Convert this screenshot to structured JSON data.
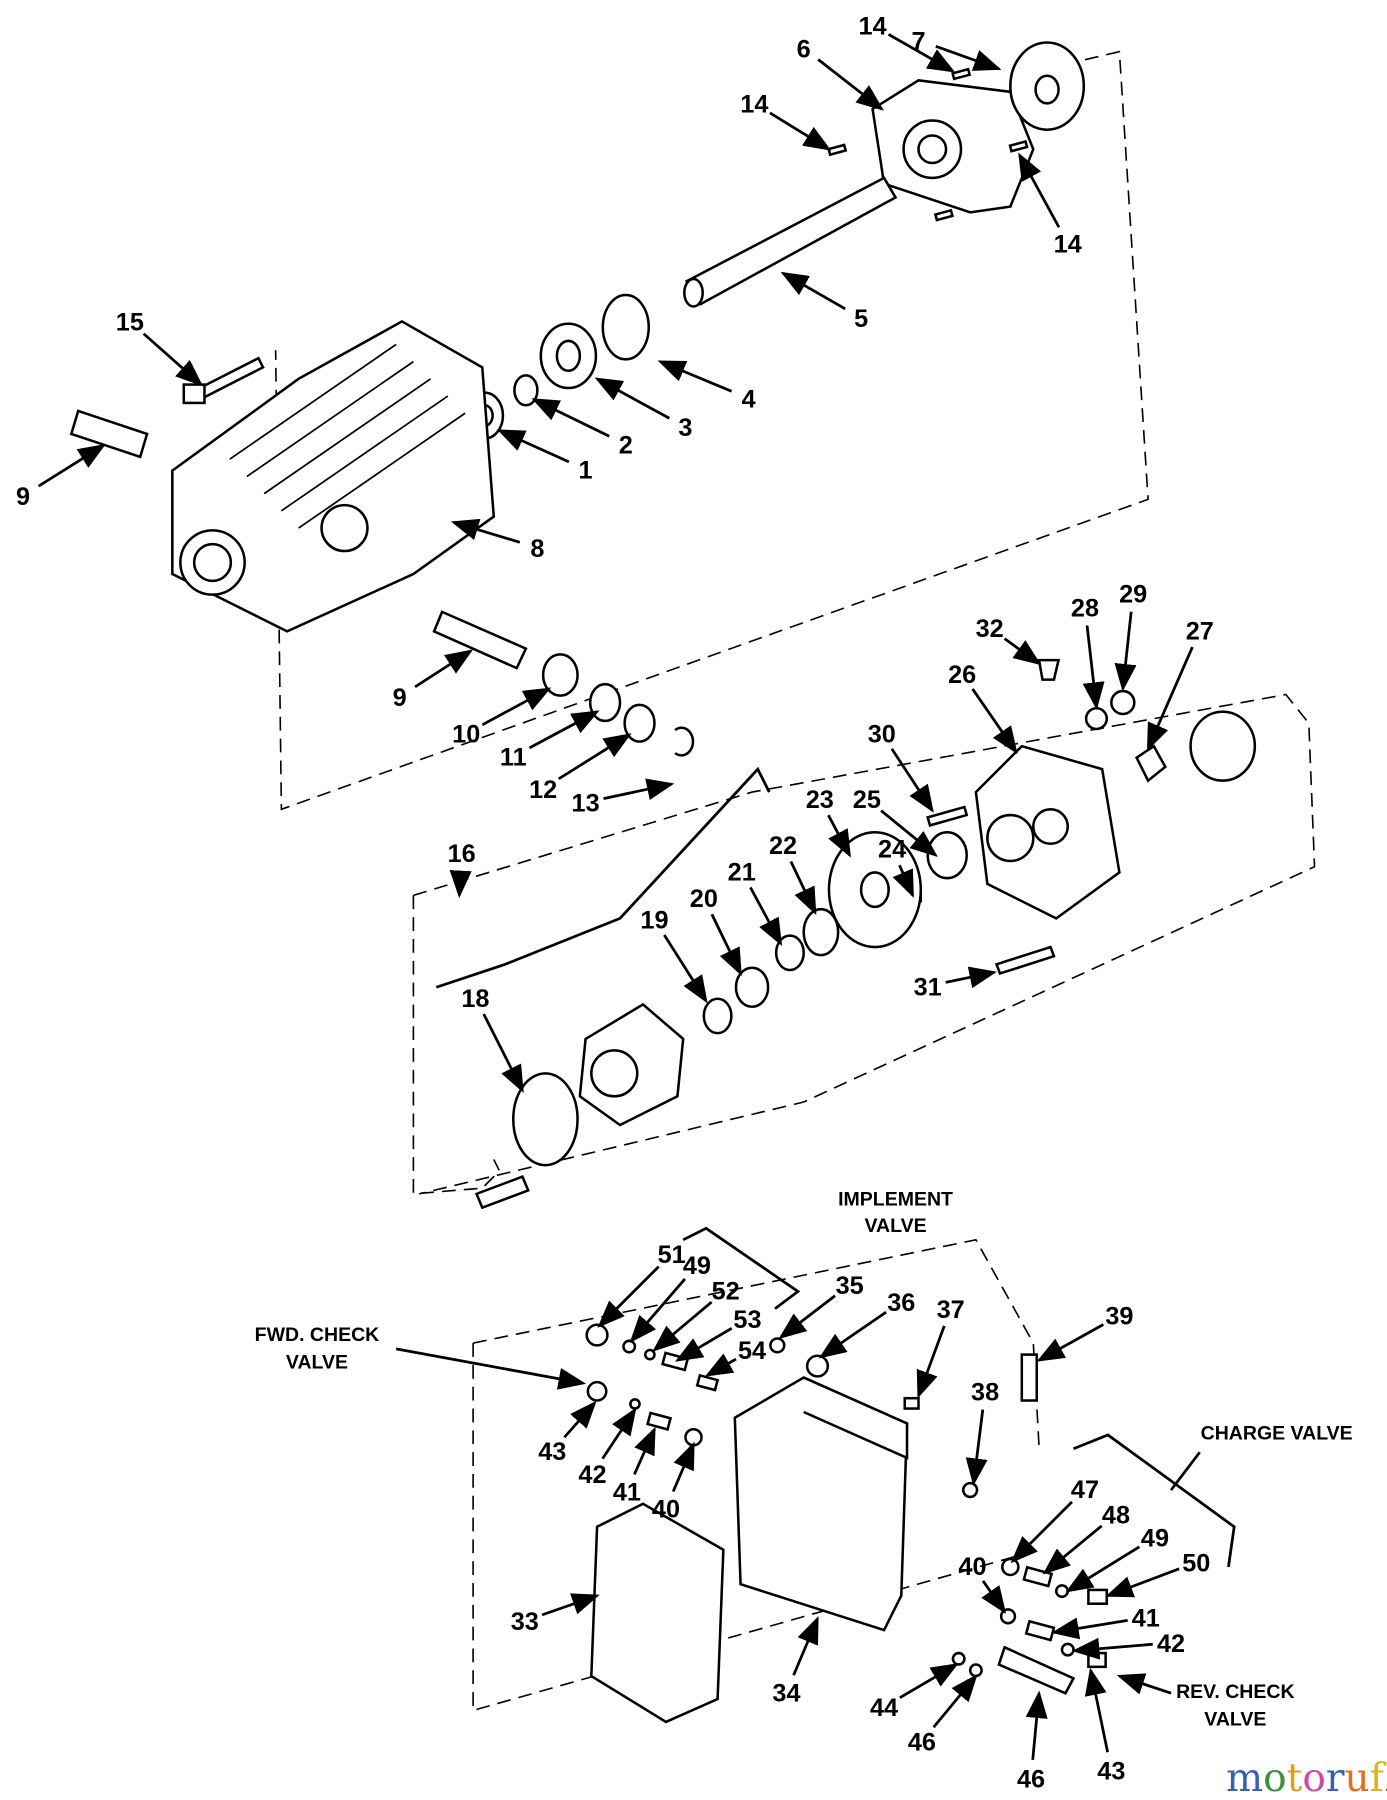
{
  "diagram": {
    "part_numbers": [
      "14",
      "7",
      "6",
      "14",
      "14",
      "5",
      "15",
      "4",
      "3",
      "2",
      "1",
      "9",
      "8",
      "9",
      "10",
      "11",
      "12",
      "13",
      "32",
      "28",
      "29",
      "27",
      "26",
      "30",
      "25",
      "23",
      "22",
      "21",
      "24",
      "20",
      "19",
      "16",
      "18",
      "31",
      "51",
      "49",
      "52",
      "53",
      "35",
      "36",
      "37",
      "39",
      "54",
      "43",
      "42",
      "41",
      "40",
      "38",
      "47",
      "48",
      "49",
      "50",
      "33",
      "40",
      "41",
      "42",
      "34",
      "44",
      "46",
      "46",
      "43"
    ],
    "callouts": {
      "implement_valve": [
        "IMPLEMENT",
        "VALVE"
      ],
      "fwd_check_valve": [
        "FWD. CHECK",
        "VALVE"
      ],
      "charge_valve": [
        "CHARGE VALVE"
      ],
      "rev_check_valve": [
        "REV. CHECK",
        "VALVE"
      ]
    },
    "line_color": "#000000",
    "background": "#ffffff"
  },
  "watermark": {
    "text": "motoruf",
    "suffix": ".de",
    "letter_colors": [
      "#3b5fb0",
      "#3b8f3b",
      "#d9a020",
      "#d04aa0",
      "#3b5fb0",
      "#e07020",
      "#e0b020"
    ]
  }
}
